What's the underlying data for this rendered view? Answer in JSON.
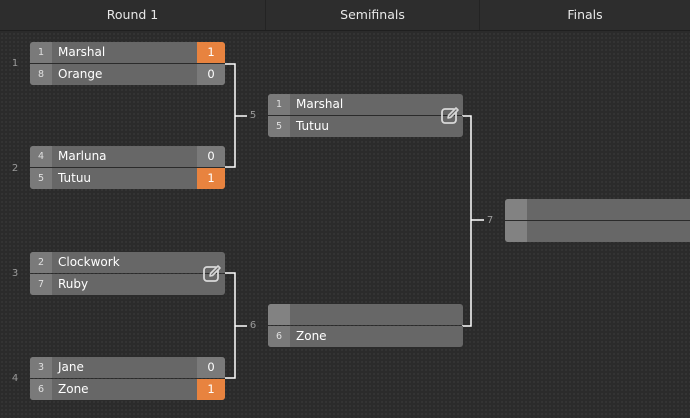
{
  "rounds": [
    "Round 1",
    "Semifinals",
    "Finals"
  ],
  "match_numbers": {
    "m1": "1",
    "m2": "2",
    "m3": "3",
    "m4": "4",
    "m5": "5",
    "m6": "6",
    "m7": "7"
  },
  "matches": {
    "m1": {
      "top": {
        "seed": "1",
        "name": "Marshal",
        "score": "1"
      },
      "bottom": {
        "seed": "8",
        "name": "Orange",
        "score": "0"
      }
    },
    "m2": {
      "top": {
        "seed": "4",
        "name": "Marluna",
        "score": "0"
      },
      "bottom": {
        "seed": "5",
        "name": "Tutuu",
        "score": "1"
      }
    },
    "m3": {
      "top": {
        "seed": "2",
        "name": "Clockwork"
      },
      "bottom": {
        "seed": "7",
        "name": "Ruby"
      }
    },
    "m4": {
      "top": {
        "seed": "3",
        "name": "Jane",
        "score": "0"
      },
      "bottom": {
        "seed": "6",
        "name": "Zone",
        "score": "1"
      }
    },
    "m5": {
      "top": {
        "seed": "1",
        "name": "Marshal"
      },
      "bottom": {
        "seed": "5",
        "name": "Tutuu"
      }
    },
    "m6": {
      "top": {
        "seed": "",
        "name": ""
      },
      "bottom": {
        "seed": "6",
        "name": "Zone"
      }
    },
    "m7": {
      "top": {
        "seed": "",
        "name": ""
      },
      "bottom": {
        "seed": "",
        "name": ""
      }
    }
  },
  "colors": {
    "winner_score": "#e8833f",
    "connector": "#ffffff",
    "slot": "#676767",
    "background": "#2b2b2b"
  },
  "icons": {
    "edit": "pencil-square-icon"
  }
}
